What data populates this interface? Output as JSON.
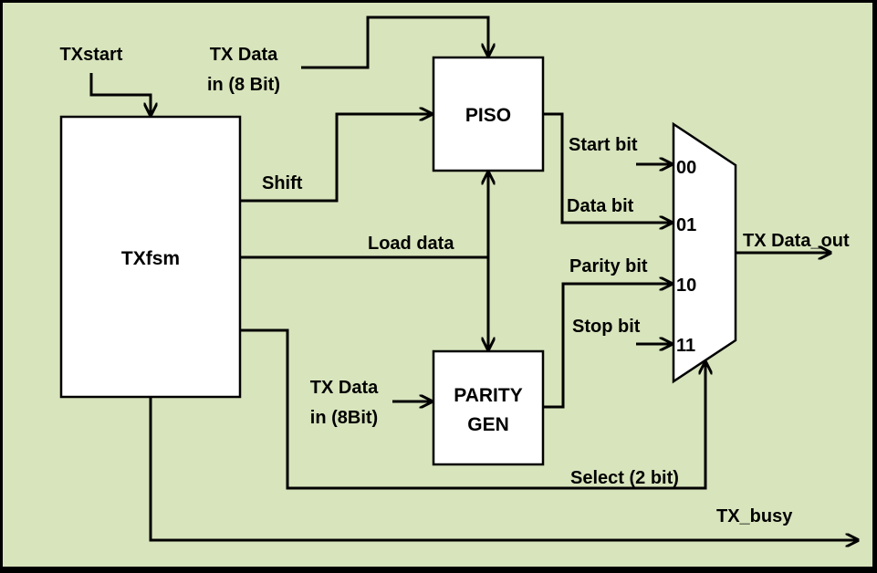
{
  "colors": {
    "background": "#d8e4bc",
    "frame": "#000000",
    "block_fill": "#ffffff",
    "line": "#000000"
  },
  "blocks": {
    "txfsm": "TXfsm",
    "piso": "PISO",
    "parity_gen_line1": "PARITY",
    "parity_gen_line2": "GEN"
  },
  "inputs": {
    "txstart": "TXstart",
    "tx_data_top_line1": "TX Data",
    "tx_data_top_line2": "in (8 Bit)",
    "tx_data_bottom_line1": "TX Data",
    "tx_data_bottom_line2": "in (8Bit)"
  },
  "signals": {
    "shift": "Shift",
    "load_data": "Load data",
    "start_bit": "Start bit",
    "data_bit": "Data bit",
    "parity_bit": "Parity bit",
    "stop_bit": "Stop bit",
    "select": "Select (2 bit)"
  },
  "mux_inputs": [
    "00",
    "01",
    "10",
    "11"
  ],
  "outputs": {
    "tx_data_out": "TX Data_out",
    "tx_busy": "TX_busy"
  }
}
